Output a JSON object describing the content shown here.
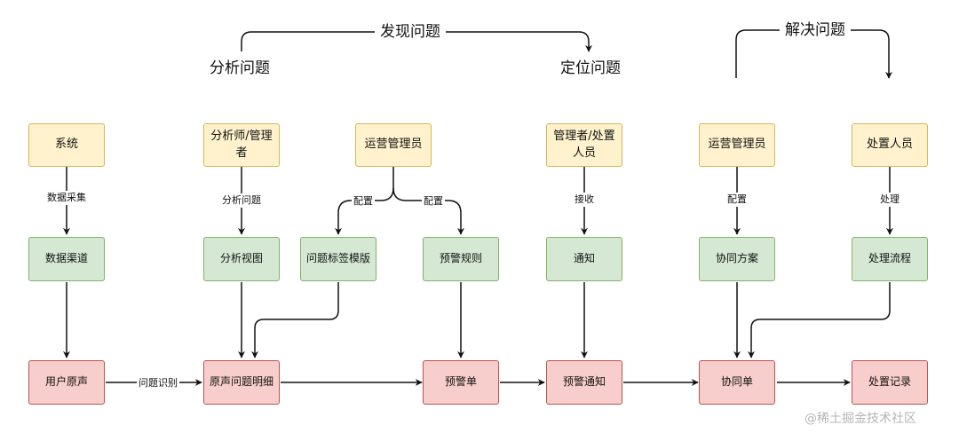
{
  "phases": {
    "discover": "发现问题",
    "analyze": "分析问题",
    "locate": "定位问题",
    "solve": "解决问题"
  },
  "roles": {
    "system": "系统",
    "analyst": "分析师/管理者",
    "ops_admin_1": "运营管理员",
    "handler_manager": "管理者/处置人员",
    "ops_admin_2": "运营管理员",
    "handler": "处置人员"
  },
  "channels": {
    "data_channel": "数据渠道",
    "analysis_view": "分析视图",
    "tag_template": "问题标签模版",
    "alert_rule": "预警规则",
    "notice": "通知",
    "collab_plan": "协同方案",
    "process_flow": "处理流程"
  },
  "records": {
    "user_voice": "用户原声",
    "voice_detail": "原声问题明细",
    "alert_ticket": "预警单",
    "alert_notice": "预警通知",
    "collab_ticket": "协同单",
    "handle_record": "处置记录"
  },
  "edge_labels": {
    "data_collect": "数据采集",
    "analyze_issue": "分析问题",
    "config_left": "配置",
    "config_right": "配置",
    "receive": "接收",
    "config_collab": "配置",
    "process": "处理",
    "issue_identify": "问题识别"
  },
  "watermark": "@稀土掘金技术社区"
}
